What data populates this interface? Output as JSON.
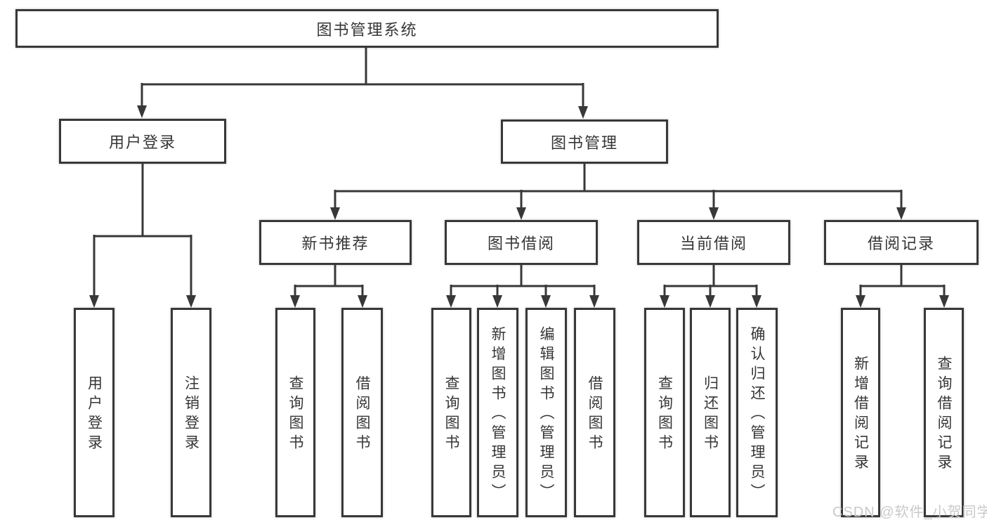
{
  "colors": {
    "line": "#383838",
    "box_border": "#383838",
    "text": "#363636",
    "background": "#ffffff",
    "watermark": "#c9c9c9"
  },
  "watermark": {
    "text": "CSDN @软件_小贺同学"
  },
  "tree": {
    "root": {
      "label": "图书管理系统"
    },
    "branches": [
      {
        "label": "用户登录",
        "children": [
          {
            "label": "用户登录"
          },
          {
            "label": "注销登录"
          }
        ]
      },
      {
        "label": "图书管理",
        "children": [
          {
            "label": "新书推荐",
            "children": [
              {
                "label": "查询图书"
              },
              {
                "label": "借阅图书"
              }
            ]
          },
          {
            "label": "图书借阅",
            "children": [
              {
                "label": "查询图书"
              },
              {
                "label": "新增图书（管理员）"
              },
              {
                "label": "编辑图书（管理员）"
              },
              {
                "label": "借阅图书"
              }
            ]
          },
          {
            "label": "当前借阅",
            "children": [
              {
                "label": "查询图书"
              },
              {
                "label": "归还图书"
              },
              {
                "label": "确认归还（管理员）"
              }
            ]
          },
          {
            "label": "借阅记录",
            "children": [
              {
                "label": "新增借阅记录"
              },
              {
                "label": "查询借阅记录"
              }
            ]
          }
        ]
      }
    ]
  }
}
